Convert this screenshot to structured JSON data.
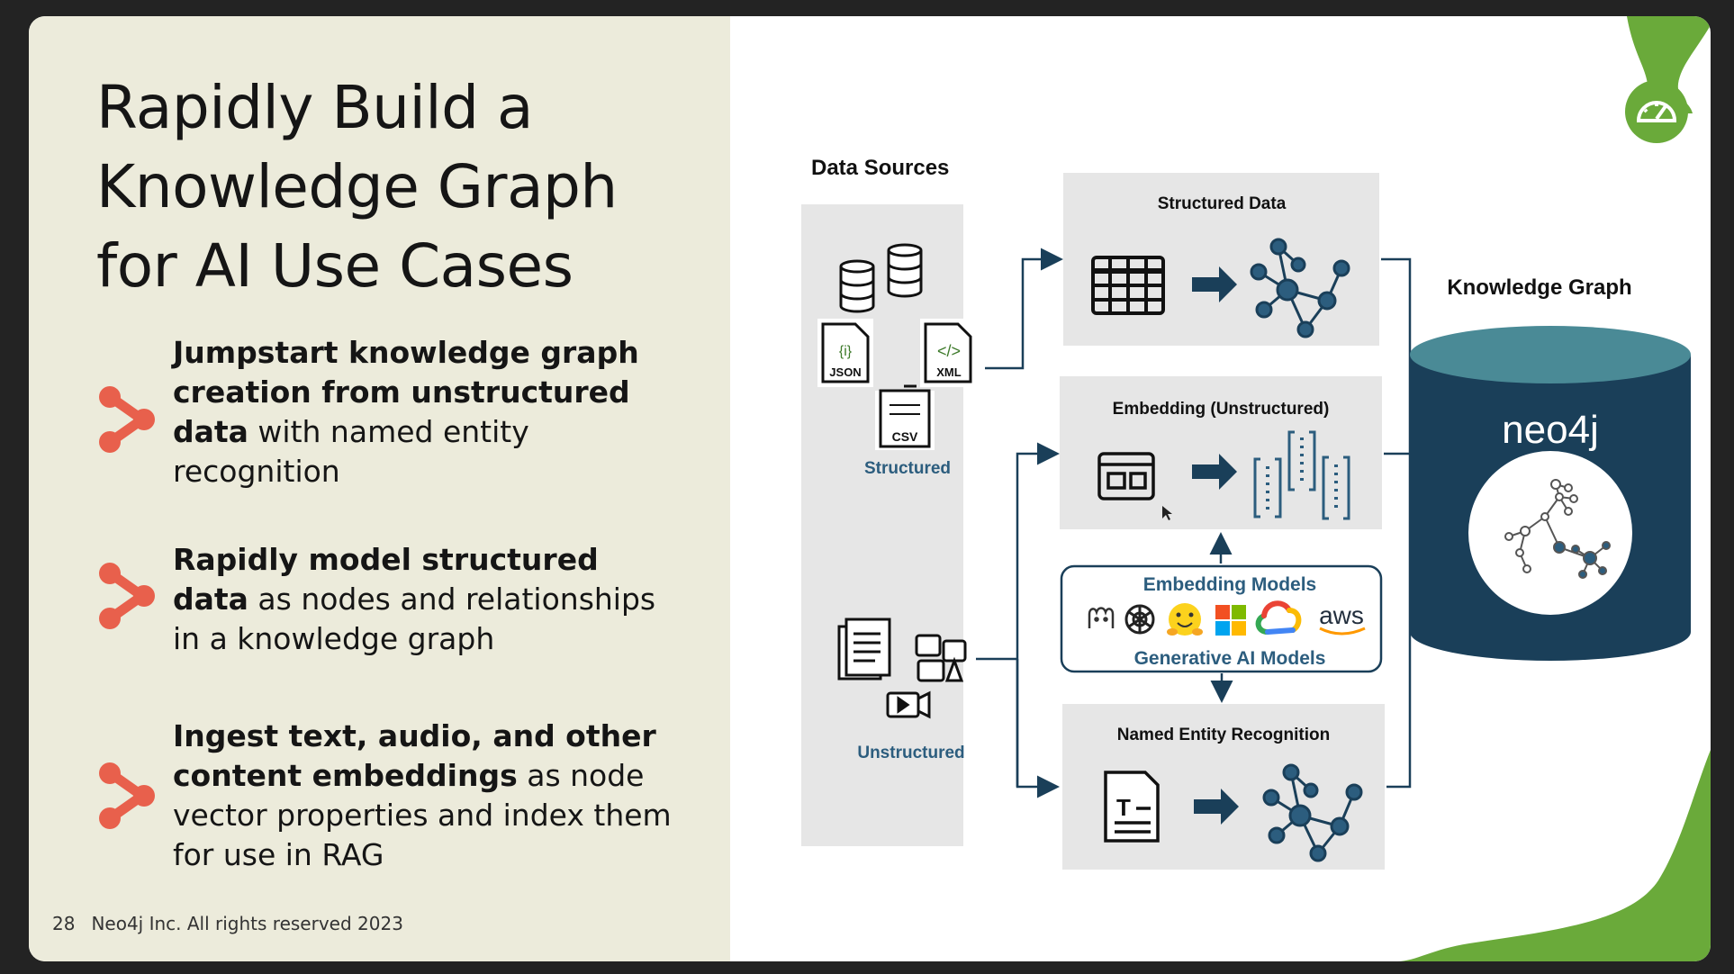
{
  "slide": {
    "title_lines": [
      "Rapidly Build a",
      "Knowledge Graph",
      "for AI Use Cases"
    ],
    "bullets": [
      {
        "bold": "Jumpstart knowledge graph creation from unstructured data",
        "rest": " with named entity recognition"
      },
      {
        "bold": "Rapidly model structured data",
        "rest": " as nodes and relationships in a knowledge graph"
      },
      {
        "bold": "Ingest text, audio, and other content embeddings",
        "rest": " as node vector properties and index them for use in RAG"
      }
    ],
    "page_number": "28",
    "copyright": "Neo4j Inc. All rights reserved 2023"
  },
  "diagram": {
    "data_sources_title": "Data Sources",
    "structured_label": "Structured",
    "unstructured_label": "Unstructured",
    "file_labels": {
      "json": "JSON",
      "json_glyph": "{i}",
      "xml": "XML",
      "xml_glyph": "</>",
      "csv": "CSV"
    },
    "structured_data_title": "Structured Data",
    "embedding_title": "Embedding (Unstructured)",
    "embedding_models_title": "Embedding Models",
    "generative_models_title": "Generative AI Models",
    "ner_title": "Named Entity Recognition",
    "knowledge_graph_title": "Knowledge Graph",
    "neo4j_logo": "neo4j",
    "aws_label": "aws",
    "doc_glyph": "T",
    "colors": {
      "accent": "#e8604c",
      "navy": "#1a3f59",
      "teal_top": "#4a8a96",
      "green": "#6aaa3a",
      "box_grey": "#e6e6e6",
      "left_bg": "#ecebdb"
    }
  }
}
